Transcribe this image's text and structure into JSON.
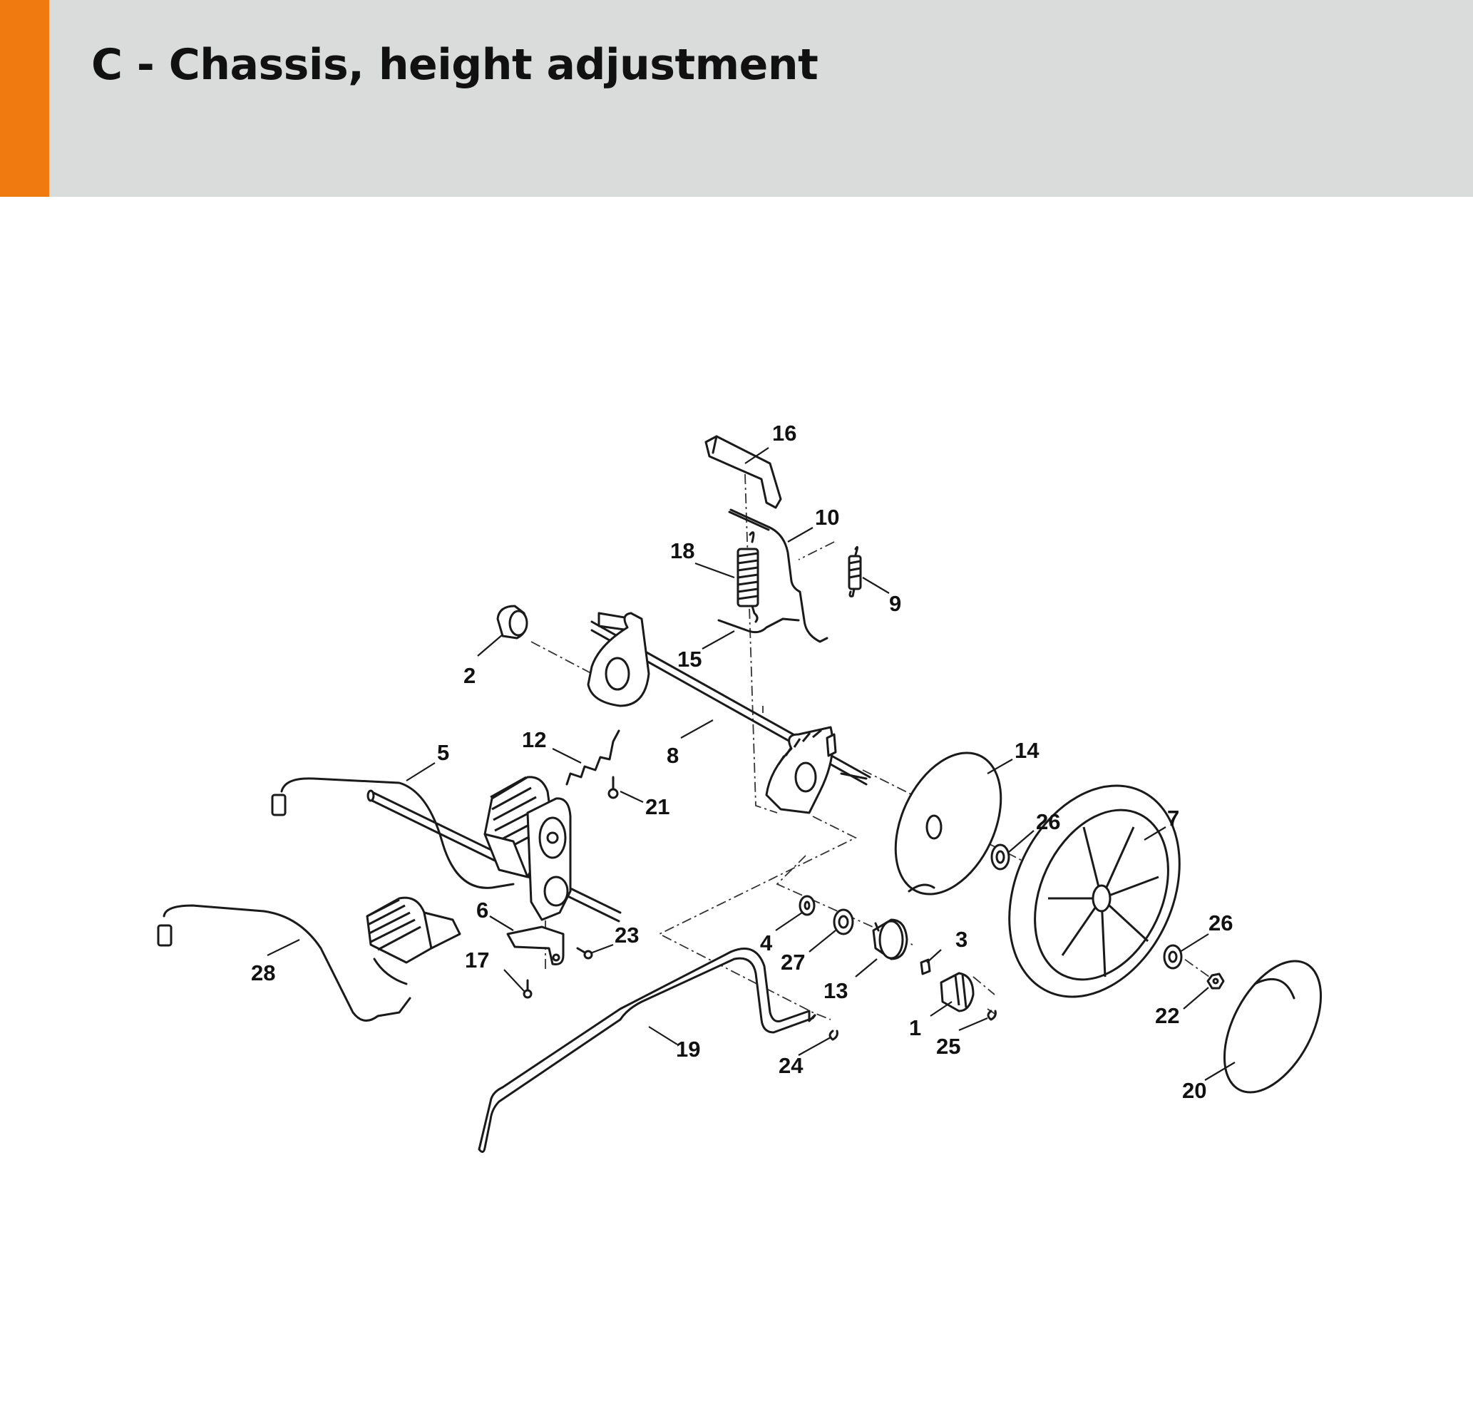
{
  "header": {
    "title": "C - Chassis, height adjustment",
    "accent_color": "#f07a10",
    "background_color": "#dadbdb"
  },
  "diagram": {
    "part_labels": [
      "16",
      "10",
      "18",
      "9",
      "15",
      "2",
      "12",
      "8",
      "21",
      "5",
      "14",
      "26",
      "7",
      "6",
      "23",
      "4",
      "27",
      "3",
      "17",
      "13",
      "28",
      "1",
      "25",
      "19",
      "24",
      "26",
      "22",
      "20"
    ]
  }
}
